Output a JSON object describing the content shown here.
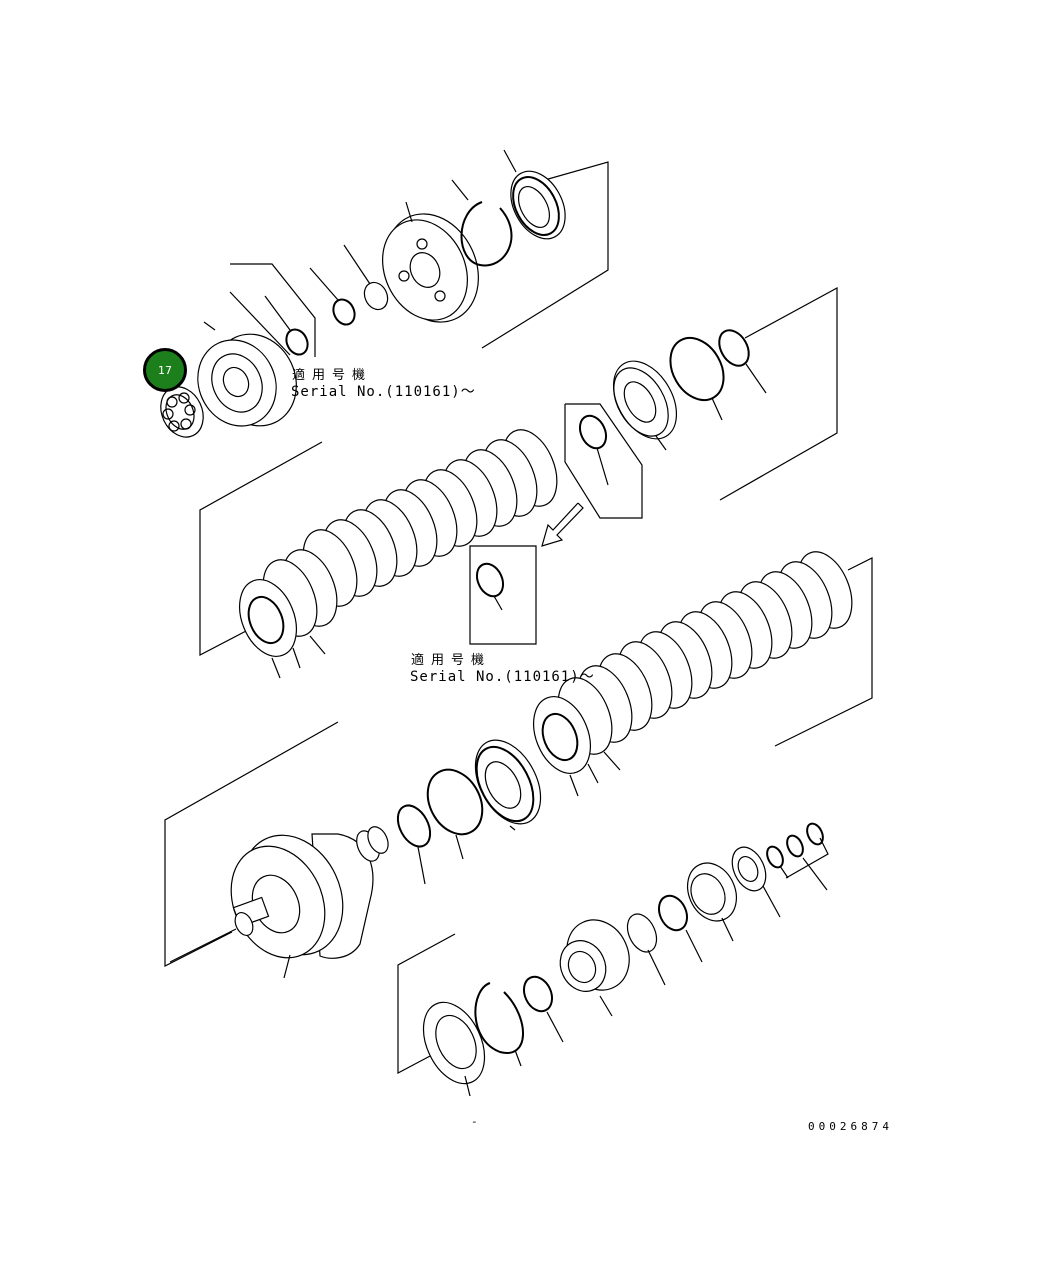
{
  "diagram": {
    "type": "exploded parts diagram",
    "subject": "transmission clutch pack / planetary assembly",
    "background": "#ffffff",
    "line_color": "#000000"
  },
  "callouts": [
    {
      "number": "17",
      "color": "#1c7f1c",
      "border": "#000000"
    }
  ],
  "notes": [
    {
      "jp": "適用号機",
      "serial": "Serial No.(110161)～"
    },
    {
      "jp": "適用号機",
      "serial": "Serial No.(110161)～"
    }
  ],
  "document_number": "00026874",
  "footer_mark": "-"
}
